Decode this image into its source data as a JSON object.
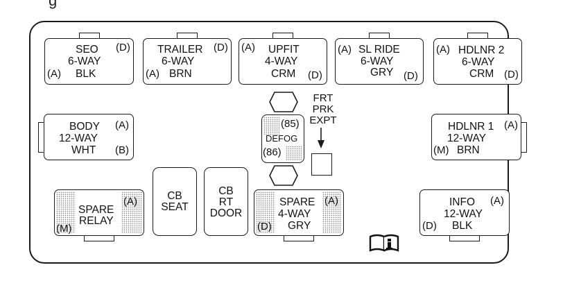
{
  "diagram": {
    "title_fragment": "g",
    "connectors": {
      "seo": {
        "name": "SEO",
        "ways": "6-WAY",
        "color": "BLK",
        "pins": [
          "(D)",
          "(A)"
        ]
      },
      "trailer": {
        "name": "TRAILER",
        "ways": "6-WAY",
        "color": "BRN",
        "pins": [
          "(D)",
          "(A)"
        ]
      },
      "upfit": {
        "name": "UPFIT",
        "ways": "4-WAY",
        "color": "CRM",
        "pins": [
          "(A)",
          "(D)"
        ]
      },
      "sl_ride": {
        "name": "SL RIDE",
        "ways": "6-WAY",
        "color": "GRY",
        "pins": [
          "(A)",
          "(D)"
        ]
      },
      "hdlnr2": {
        "name": "HDLNR 2",
        "ways": "6-WAY",
        "color": "CRM",
        "pins": [
          "(A)",
          "(D)"
        ]
      },
      "body": {
        "name": "BODY",
        "ways": "12-WAY",
        "color": "WHT",
        "pins": [
          "(A)",
          "(B)"
        ]
      },
      "hdlnr1": {
        "name": "HDLNR 1",
        "ways": "12-WAY",
        "color": "BRN",
        "pins": [
          "(A)",
          "(M)"
        ]
      },
      "spare_relay": {
        "name": "SPARE",
        "line2": "RELAY",
        "pins": [
          "(A)",
          "(M)"
        ]
      },
      "spare_4way": {
        "name": "SPARE",
        "ways": "4-WAY",
        "color": "GRY",
        "pins": [
          "(A)",
          "(D)"
        ]
      },
      "info": {
        "name": "INFO",
        "ways": "12-WAY",
        "color": "BLK",
        "pins": [
          "(A)",
          "(D)"
        ]
      }
    },
    "relay_defog": {
      "name": "DEFOG",
      "pins": [
        "(85)",
        "(86)"
      ]
    },
    "breakers": {
      "cb_seat": {
        "lines": [
          "CB",
          "SEAT"
        ]
      },
      "cb_rt_door": {
        "lines": [
          "CB",
          "RT",
          "DOOR"
        ]
      }
    },
    "frt_prk_expt": {
      "lines": [
        "FRT",
        "PRK",
        "EXPT"
      ]
    },
    "icons": {
      "book_info": "owner-manual-info-icon"
    }
  }
}
